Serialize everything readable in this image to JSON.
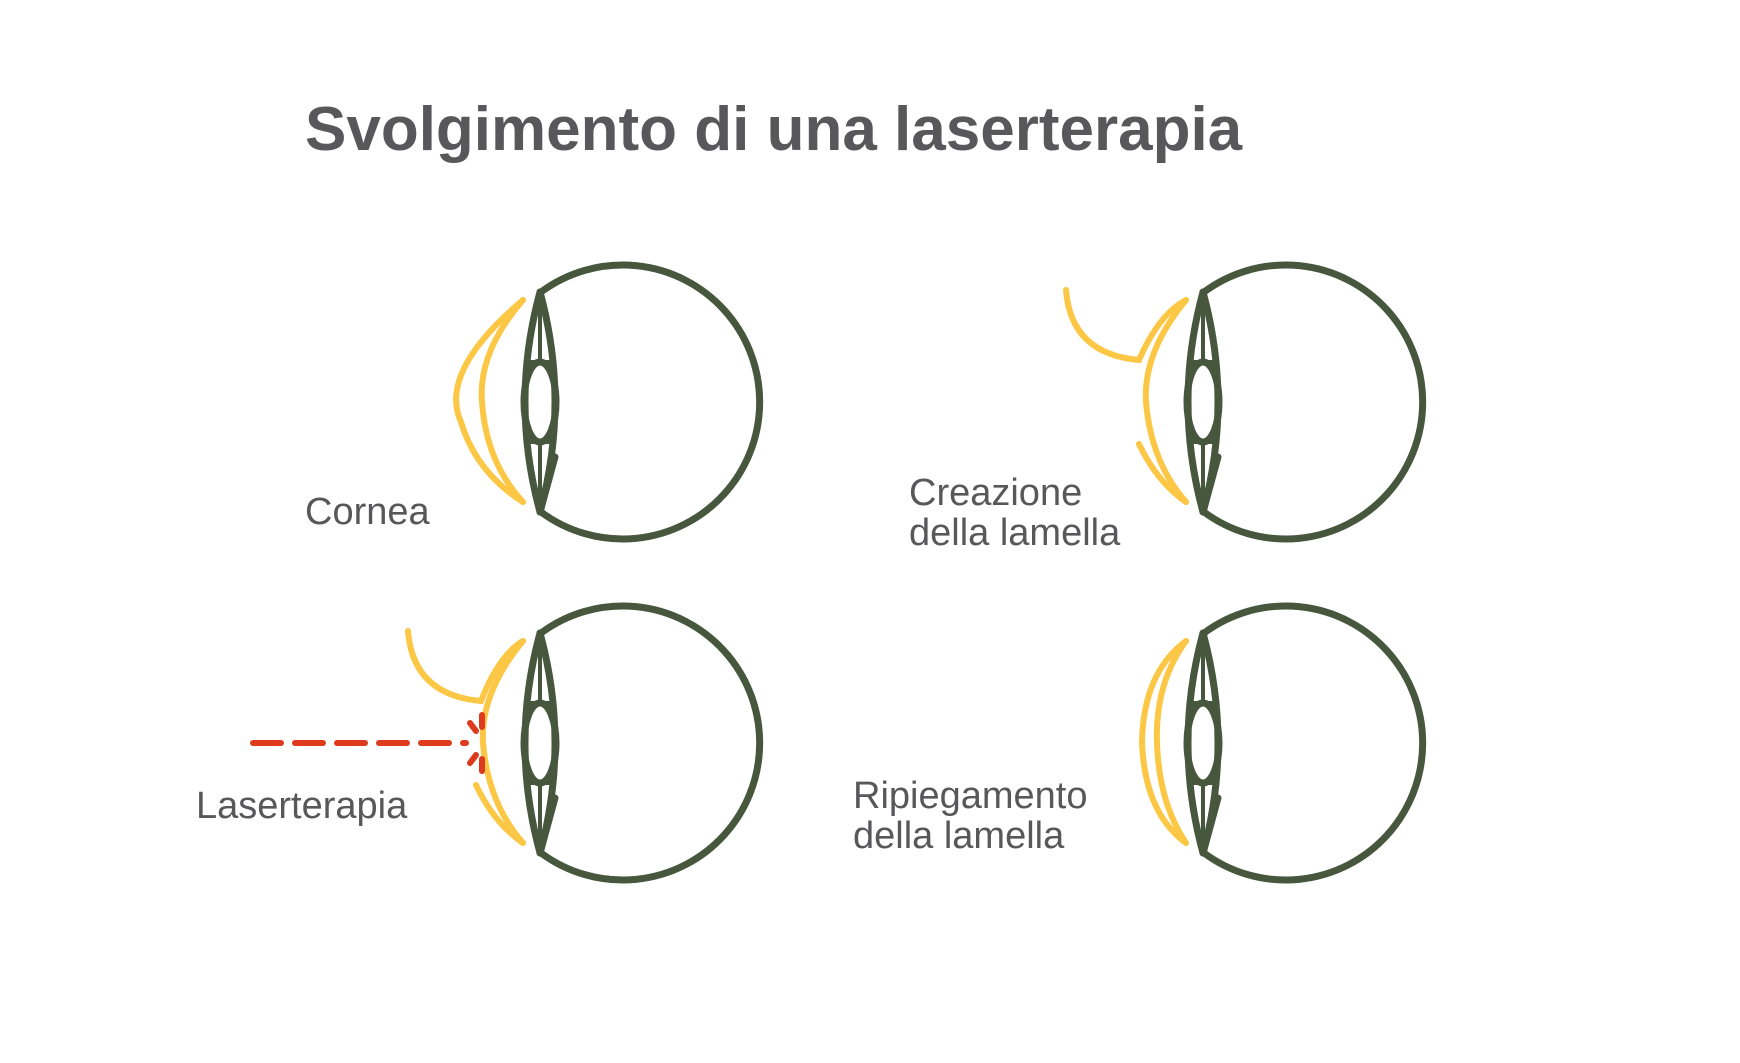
{
  "title": "Svolgimento di una laserterapia",
  "colors": {
    "text": "#58585a",
    "eye": "#47573d",
    "cornea": "#fcc744",
    "laser": "#de3a1d",
    "background": "#ffffff"
  },
  "panels": [
    {
      "id": "cornea",
      "label_lines": [
        "Cornea"
      ]
    },
    {
      "id": "creazione",
      "label_lines": [
        "Creazione",
        "della lamella"
      ]
    },
    {
      "id": "laserterapia",
      "label_lines": [
        "Laserterapia"
      ]
    },
    {
      "id": "ripiegamento",
      "label_lines": [
        "Ripiegamento",
        "della lamella"
      ]
    }
  ]
}
